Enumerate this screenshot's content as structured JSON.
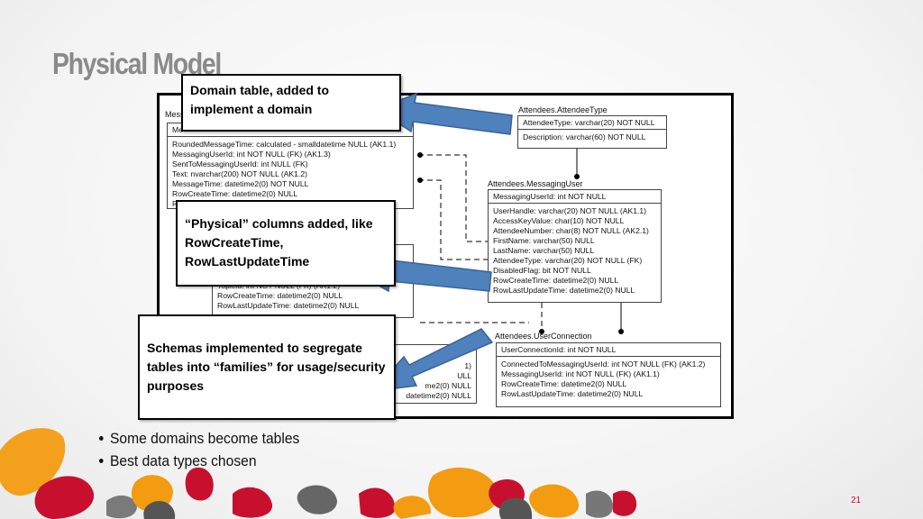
{
  "slide": {
    "title": "Physical Model",
    "page_number": "21",
    "bullets": [
      "Some domains become tables",
      "Best data types chosen"
    ],
    "colors": {
      "arrow": "#4f81bd",
      "accent_red": "#c8102e",
      "accent_orange": "#f39c12",
      "accent_gray": "#7a7a7a"
    }
  },
  "callouts": {
    "domain": "Domain table, added to implement a domain",
    "physical": "“Physical” columns added, like RowCreateTime, RowLastUpdateTime",
    "schemas": "Schemas implemented to segregate tables into “families” for usage/security purposes"
  },
  "entities": {
    "message": {
      "name": "Mess",
      "key": "Me",
      "attrs": [
        "RoundedMessageTime: calculated - smalldatetime NULL (AK1.1)",
        "MessagingUserId: int NOT NULL (FK) (AK1.3)",
        "SentToMessagingUserId: int NULL (FK)",
        "Text: nvarchar(200) NOT NULL (AK1.2)",
        "MessageTime: datetime2(0) NOT NULL",
        "RowCreateTime: datetime2(0) NULL",
        "R"
      ]
    },
    "attendee_type": {
      "name": "Attendees.AttendeeType",
      "key": "AttendeeType: varchar(20) NOT NULL",
      "attrs": [
        "Description: varchar(60) NOT NULL"
      ]
    },
    "messaging_user": {
      "name": "Attendees.MessagingUser",
      "key": "MessagingUserId: int NOT NULL",
      "attrs": [
        "UserHandle: varchar(20) NOT NULL (AK1.1)",
        "AccessKeyValue: char(10) NOT NULL",
        "AttendeeNumber: char(8) NOT NULL (AK2.1)",
        "FirstName: varchar(50) NULL",
        "LastName: varchar(50) NULL",
        "AttendeeType: varchar(20) NOT NULL (FK)",
        "DisabledFlag: bit NOT NULL",
        "RowCreateTime: datetime2(0) NULL",
        "RowLastUpdateTime: datetime2(0) NULL"
      ]
    },
    "topic": {
      "attrs": [
        "TopicId: int NOT NULL (FK) (AK1.2)",
        "RowCreateTime: datetime2(0) NULL",
        "RowLastUpdateTime: datetime2(0) NULL"
      ]
    },
    "user_connection": {
      "name": "Attendees.UserConnection",
      "key": "UserConnectionId: int NOT NULL",
      "attrs": [
        "ConnectedToMessagingUserId: int NOT NULL (FK) (AK1.2)",
        "MessagingUserId: int NOT NULL (FK) (AK1.1)",
        "RowCreateTime: datetime2(0) NULL",
        "RowLastUpdateTime: datetime2(0) NULL"
      ]
    },
    "partial_lower": {
      "attrs": [
        "1)",
        "ULL",
        "me2(0) NULL",
        "datetime2(0) NULL"
      ]
    }
  }
}
